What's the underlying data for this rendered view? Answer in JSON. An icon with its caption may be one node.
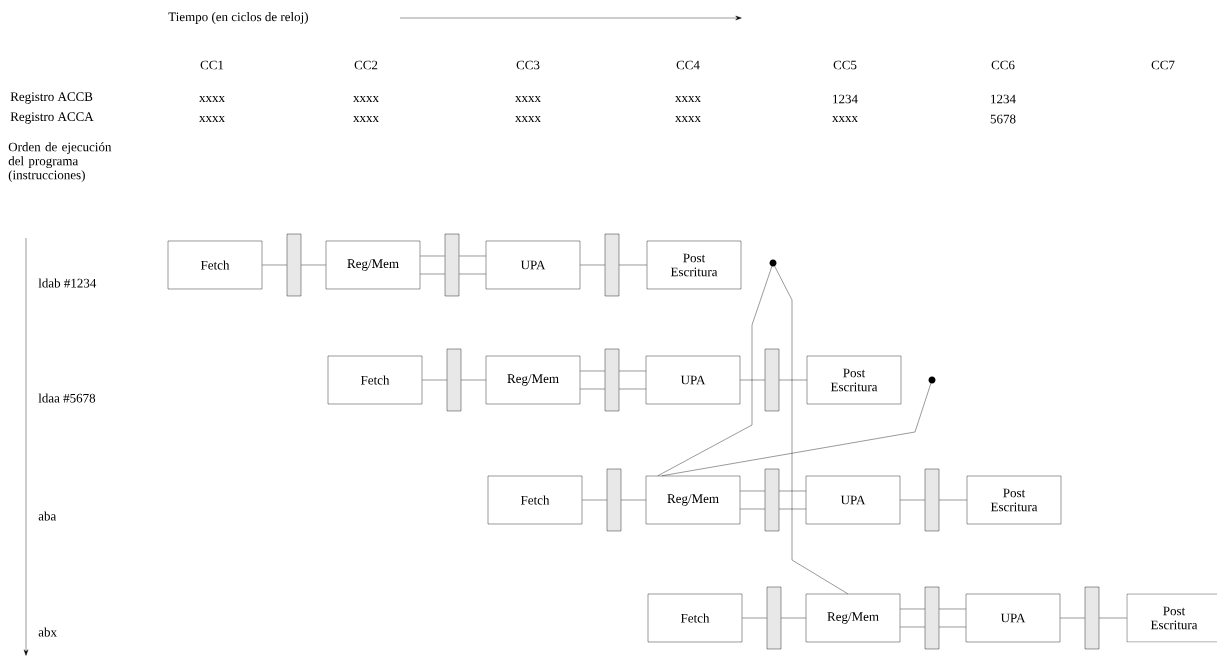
{
  "diagram": {
    "nodes": [
      {
        "text": [
          "Fetch"
        ]
      },
      {
        "text": [],
        "shape": "bar"
      },
      {
        "text": [
          "Reg/Mem"
        ]
      },
      {
        "text": [],
        "shape": "bar"
      },
      {
        "text": [
          "UPA"
        ]
      },
      {
        "text": [],
        "shape": "bar"
      },
      {
        "text": [
          "Post Escritura"
        ]
      },
      {
        "text": [],
        "shape": "circle"
      },
      {
        "text": [
          "Fetch"
        ]
      },
      {
        "text": [],
        "shape": "bar"
      },
      {
        "text": [
          "Reg/Mem"
        ]
      },
      {
        "text": [],
        "shape": "bar"
      },
      {
        "text": [
          "UPA"
        ]
      },
      {
        "text": [],
        "shape": "bar"
      },
      {
        "text": [
          "Post Escritura"
        ]
      },
      {
        "text": [],
        "shape": "circle"
      },
      {
        "text": [
          "Fetch"
        ]
      },
      {
        "text": [],
        "shape": "bar"
      },
      {
        "text": [
          "Reg/Mem"
        ]
      },
      {
        "text": [],
        "shape": "bar"
      },
      {
        "text": [
          "UPA"
        ]
      },
      {
        "text": [],
        "shape": "bar"
      },
      {
        "text": [
          "Post Escritura"
        ]
      },
      {
        "text": [
          "Fetch"
        ]
      },
      {
        "text": [],
        "shape": "bar"
      },
      {
        "text": [
          "Reg/Mem"
        ]
      },
      {
        "text": [],
        "shape": "bar"
      },
      {
        "text": [
          "UPA"
        ]
      },
      {
        "text": [],
        "shape": "bar"
      },
      {
        "text": [
          "Post Escritura"
        ]
      }
    ],
    "edges": [
      {
        "from": 0,
        "to": 1,
        "arrow": "none"
      },
      {
        "from": 1,
        "to": 2,
        "arrow": "none"
      },
      {
        "from": 2,
        "to": 3,
        "arrow": "none"
      },
      {
        "from": 2,
        "to": 3,
        "arrow": "none"
      },
      {
        "from": 3,
        "to": 4,
        "arrow": "none"
      },
      {
        "from": 3,
        "to": 4,
        "arrow": "none"
      },
      {
        "from": 4,
        "to": 5,
        "arrow": "none"
      },
      {
        "from": 5,
        "to": 6,
        "arrow": "none"
      },
      {
        "from": 8,
        "to": 9,
        "arrow": "none"
      },
      {
        "from": 9,
        "to": 10,
        "arrow": "none"
      },
      {
        "from": 10,
        "to": 11,
        "arrow": "none"
      },
      {
        "from": 10,
        "to": 11,
        "arrow": "none"
      },
      {
        "from": 11,
        "to": 12,
        "arrow": "none"
      },
      {
        "from": 11,
        "to": 12,
        "arrow": "none"
      },
      {
        "from": 12,
        "to": 13,
        "arrow": "none"
      },
      {
        "from": 13,
        "to": 14,
        "arrow": "none"
      },
      {
        "from": 16,
        "to": 17,
        "arrow": "none"
      },
      {
        "from": 17,
        "to": 18,
        "arrow": "none"
      },
      {
        "from": 18,
        "to": 19,
        "arrow": "none"
      },
      {
        "from": 18,
        "to": 19,
        "arrow": "none"
      },
      {
        "from": 19,
        "to": 20,
        "arrow": "none"
      },
      {
        "from": 19,
        "to": 20,
        "arrow": "none"
      },
      {
        "from": 20,
        "to": 21,
        "arrow": "none"
      },
      {
        "from": 21,
        "to": 22,
        "arrow": "none"
      },
      {
        "from": 23,
        "to": 24,
        "arrow": "none"
      },
      {
        "from": 24,
        "to": 25,
        "arrow": "none"
      },
      {
        "from": 25,
        "to": 26,
        "arrow": "none"
      },
      {
        "from": 25,
        "to": 26,
        "arrow": "none"
      },
      {
        "from": 26,
        "to": 27,
        "arrow": "none"
      },
      {
        "from": 26,
        "to": 27,
        "arrow": "none"
      },
      {
        "from": 27,
        "to": 28,
        "arrow": "none"
      },
      {
        "from": 28,
        "to": 29,
        "arrow": "none"
      },
      {
        "from": 7,
        "to": 18,
        "arrow": "none"
      },
      {
        "from": 7,
        "to": 25,
        "arrow": "none"
      },
      {
        "from": 15,
        "to": 18,
        "arrow": "none"
      }
    ],
    "labels": [
      "Tiempo (en ciclos de reloj)",
      "CC1",
      "CC2",
      "CC3",
      "CC4",
      "CC5",
      "CC6",
      "CC7",
      "Registro ACCB",
      "xxxx",
      "xxxx",
      "xxxx",
      "xxxx",
      "1234",
      "1234",
      "Registro ACCA",
      "xxxx",
      "xxxx",
      "xxxx",
      "xxxx",
      "xxxx",
      "5678",
      "Orden de ejecución del programa (instrucciones)",
      "ldab #1234",
      "ldaa #5678",
      "aba",
      "abx"
    ]
  }
}
